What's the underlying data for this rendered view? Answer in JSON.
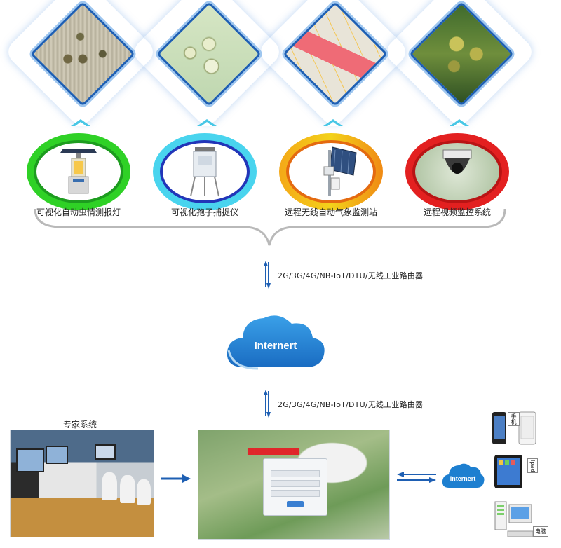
{
  "devices": [
    {
      "label": "可视化自动虫情测报灯"
    },
    {
      "label": "可视化孢子捕捉仪"
    },
    {
      "label": "远程无线自动气象监测站"
    },
    {
      "label": "远程视频监控系统"
    }
  ],
  "connections": {
    "top_router": "2G/3G/4G/NB-IoT/DTU/无线工业路由器",
    "bottom_router": "2G/3G/4G/NB-IoT/DTU/无线工业路由器"
  },
  "cloud_main": {
    "text": "Internert"
  },
  "cloud_small": {
    "text": "Internert"
  },
  "expert": {
    "label": "专家系统"
  },
  "clients": {
    "phone_label": "手机",
    "ipad_label": "Ipad",
    "pc_label": "电脑"
  },
  "colors": {
    "accent_blue": "#1e5fb3",
    "cloud_blue": "#1d7fd0",
    "chevron": "#48c7e6",
    "oval_green": "#2fd126",
    "oval_cyan": "#49d4ee",
    "oval_orange": "#f4a818",
    "oval_red": "#e32020"
  }
}
